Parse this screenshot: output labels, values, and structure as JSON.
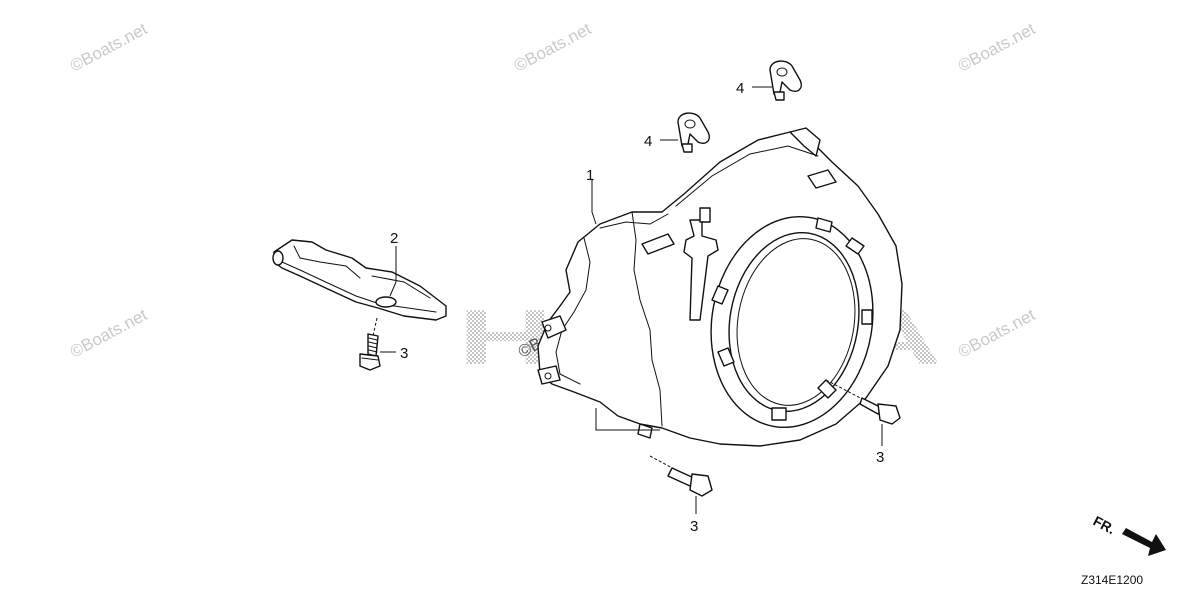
{
  "diagram": {
    "watermark_text": "©Boats.net",
    "brand_text": "HONDA",
    "fr_label": "FR.",
    "diagram_code": "Z314E1200",
    "callouts": [
      {
        "id": "c1",
        "label": "1"
      },
      {
        "id": "c2",
        "label": "2"
      },
      {
        "id": "c3a",
        "label": "3"
      },
      {
        "id": "c3b",
        "label": "3"
      },
      {
        "id": "c3c",
        "label": "3"
      },
      {
        "id": "c4a",
        "label": "4"
      },
      {
        "id": "c4b",
        "label": "4"
      }
    ],
    "colors": {
      "line": "#111111",
      "watermark": "#c9c9c9",
      "background": "#ffffff"
    }
  }
}
